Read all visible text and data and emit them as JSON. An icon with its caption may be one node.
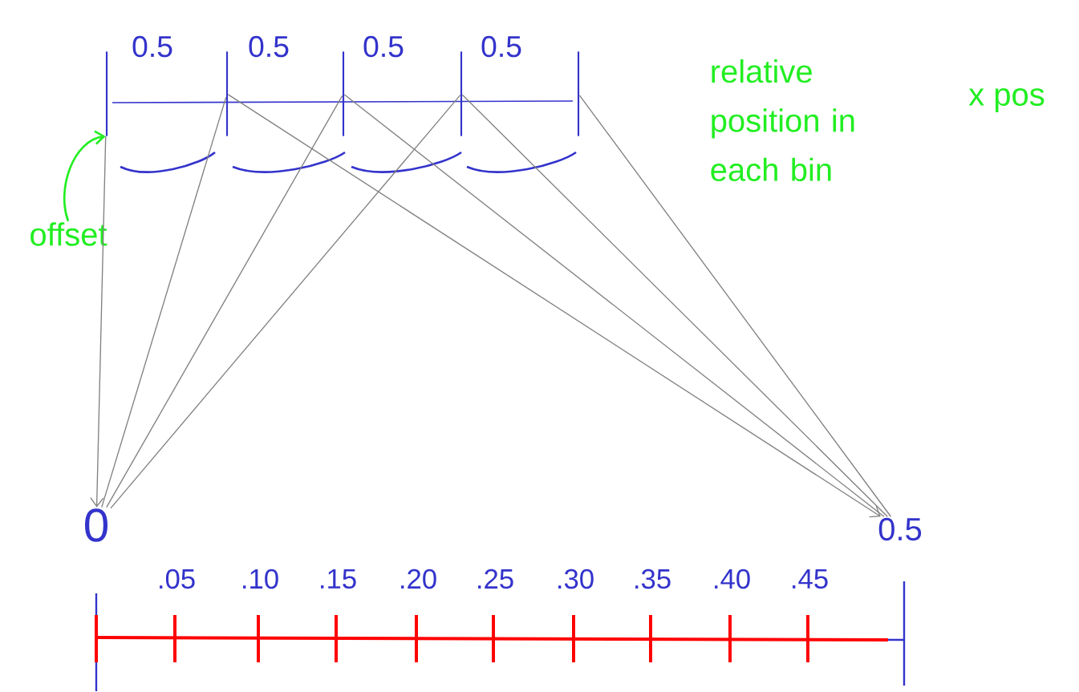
{
  "diagram": {
    "nodes": [
      {
        "text": [],
        "shape": "bar"
      },
      {
        "text": [],
        "shape": "bar"
      },
      {
        "text": [],
        "shape": "bar"
      },
      {
        "text": [],
        "shape": "bar"
      },
      {
        "text": [],
        "shape": "bar"
      },
      {
        "text": [
          "0"
        ]
      },
      {
        "text": [
          "0.5"
        ]
      },
      {
        "text": [
          "offset"
        ]
      }
    ],
    "edges": [
      {
        "from": 0,
        "to": 5,
        "arrow": "to"
      },
      {
        "from": 1,
        "to": 5,
        "arrow": "none"
      },
      {
        "from": 2,
        "to": 5,
        "arrow": "none"
      },
      {
        "from": 3,
        "to": 5,
        "arrow": "none"
      },
      {
        "from": 1,
        "to": 6,
        "arrow": "to"
      },
      {
        "from": 2,
        "to": 6,
        "arrow": "none"
      },
      {
        "from": 3,
        "to": 6,
        "arrow": "none"
      },
      {
        "from": 4,
        "to": 6,
        "arrow": "none"
      },
      {
        "from": 7,
        "to": 0,
        "arrow": "to",
        "color": "#22ee22"
      }
    ],
    "labels": [
      "0.5",
      "0.5",
      "0.5",
      "0.5",
      "relative position in each bin",
      "x pos",
      ".05",
      ".10",
      ".15",
      ".20",
      ".25",
      ".30",
      ".35",
      ".40",
      ".45"
    ]
  }
}
